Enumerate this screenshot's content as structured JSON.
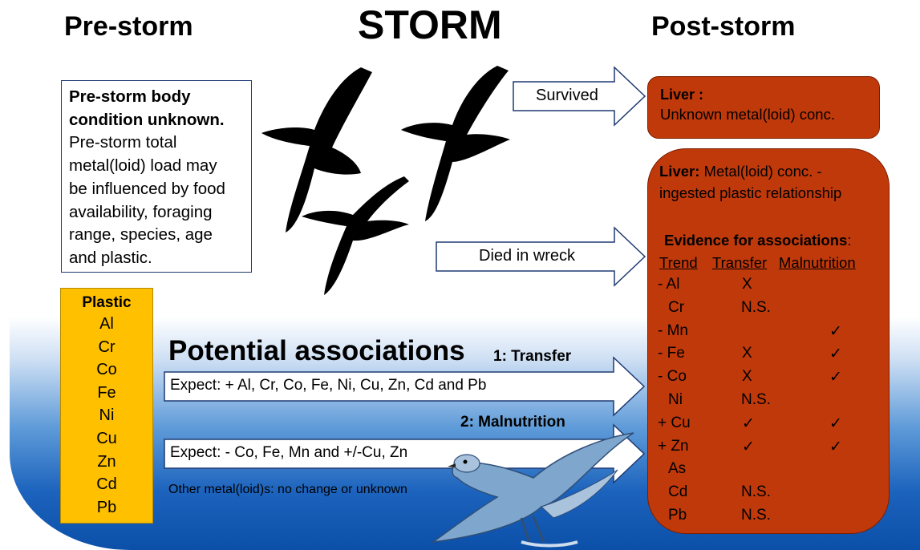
{
  "headings": {
    "pre_storm": "Pre-storm",
    "storm": "STORM",
    "post_storm": "Post-storm"
  },
  "pre_storm_box": {
    "bold_line1": "Pre-storm body",
    "bold_line2": "condition unknown.",
    "lines": [
      "Pre-storm total",
      "metal(loid) load may",
      "be influenced by food",
      "availability, foraging",
      "range, species, age",
      "and plastic."
    ]
  },
  "plastic_box": {
    "title": "Plastic",
    "elements": [
      "Al",
      "Cr",
      "Co",
      "Fe",
      "Ni",
      "Cu",
      "Zn",
      "Cd",
      "Pb"
    ]
  },
  "arrows": {
    "survived": "Survived",
    "died": "Died in wreck",
    "transfer_expect": "Expect: + Al, Cr, Co, Fe, Ni, Cu, Zn, Cd and Pb",
    "malnutrition_expect": "Expect: - Co, Fe, Mn and +/-Cu, Zn"
  },
  "potential": {
    "title": "Potential associations",
    "transfer_label": "1: Transfer",
    "malnutrition_label": "2: Malnutrition",
    "other": "Other metal(loid)s: no change or unknown"
  },
  "liver_survived": {
    "title": "Liver :",
    "text": "Unknown metal(loid) conc."
  },
  "liver_died": {
    "title": "Liver:",
    "title_rest": "Metal(loid) conc. -",
    "line2": "ingested plastic relationship",
    "evidence_title": "Evidence for associations",
    "evidence_colon": ":",
    "headers": {
      "trend": "Trend",
      "transfer": "Transfer",
      "malnutrition": "Malnutrition"
    },
    "rows": [
      {
        "trend": "- Al",
        "transfer": "X",
        "malnutrition": ""
      },
      {
        "trend": "Cr",
        "transfer": "N.S.",
        "malnutrition": ""
      },
      {
        "trend": "- Mn",
        "transfer": "",
        "malnutrition": "✓"
      },
      {
        "trend": "- Fe",
        "transfer": "X",
        "malnutrition": "✓"
      },
      {
        "trend": "- Co",
        "transfer": "X",
        "malnutrition": "✓"
      },
      {
        "trend": "Ni",
        "transfer": "N.S.",
        "malnutrition": ""
      },
      {
        "trend": "+ Cu",
        "transfer": "✓",
        "malnutrition": "✓"
      },
      {
        "trend": "+ Zn",
        "transfer": "✓",
        "malnutrition": "✓"
      },
      {
        "trend": "As",
        "transfer": "",
        "malnutrition": ""
      },
      {
        "trend": "Cd",
        "transfer": "N.S.",
        "malnutrition": ""
      },
      {
        "trend": "Pb",
        "transfer": "N.S.",
        "malnutrition": ""
      }
    ]
  },
  "colors": {
    "liver_box": "#c0390b",
    "plastic_box": "#ffc000",
    "ocean": "#1c63bd"
  }
}
